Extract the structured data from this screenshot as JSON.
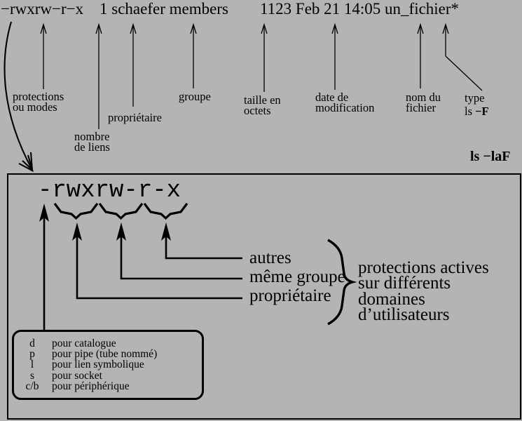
{
  "colors": {
    "background": "#b4b4b4",
    "ink": "#000000"
  },
  "listing": {
    "permissions": "−rwxrw−r−x",
    "links_owner_group": "1 schaefer members",
    "size_date_file": "1123 Feb 21 14:05 un_fichier*"
  },
  "callouts": {
    "protections": "protections\nou modes",
    "nombre_liens": "nombre\nde liens",
    "proprietaire": "propriétaire",
    "groupe": "groupe",
    "taille": "taille en\noctets",
    "date_modification": "date de\nmodification",
    "nom_fichier": "nom du\nfichier",
    "type": "type",
    "type_cmd_prefix": "ls ",
    "type_cmd_flag": "−F",
    "cmd_label": "ls −laF"
  },
  "detail_box": {
    "permissions_mono": "-rwxrw-r-x",
    "domain_labels": {
      "autres": "autres",
      "meme_groupe": "même groupe",
      "proprietaire": "propriétaire"
    },
    "brace_note": "protections actives\nsur différents domaines\nd’utilisateurs",
    "type_legend": [
      {
        "key": "d",
        "desc": "pour catalogue"
      },
      {
        "key": "p",
        "desc": "pour pipe (tube nommé)"
      },
      {
        "key": "l",
        "desc": "pour lien symbolique"
      },
      {
        "key": "s",
        "desc": "pour socket"
      },
      {
        "key": "c/b",
        "desc": "pour périphérique"
      }
    ]
  }
}
